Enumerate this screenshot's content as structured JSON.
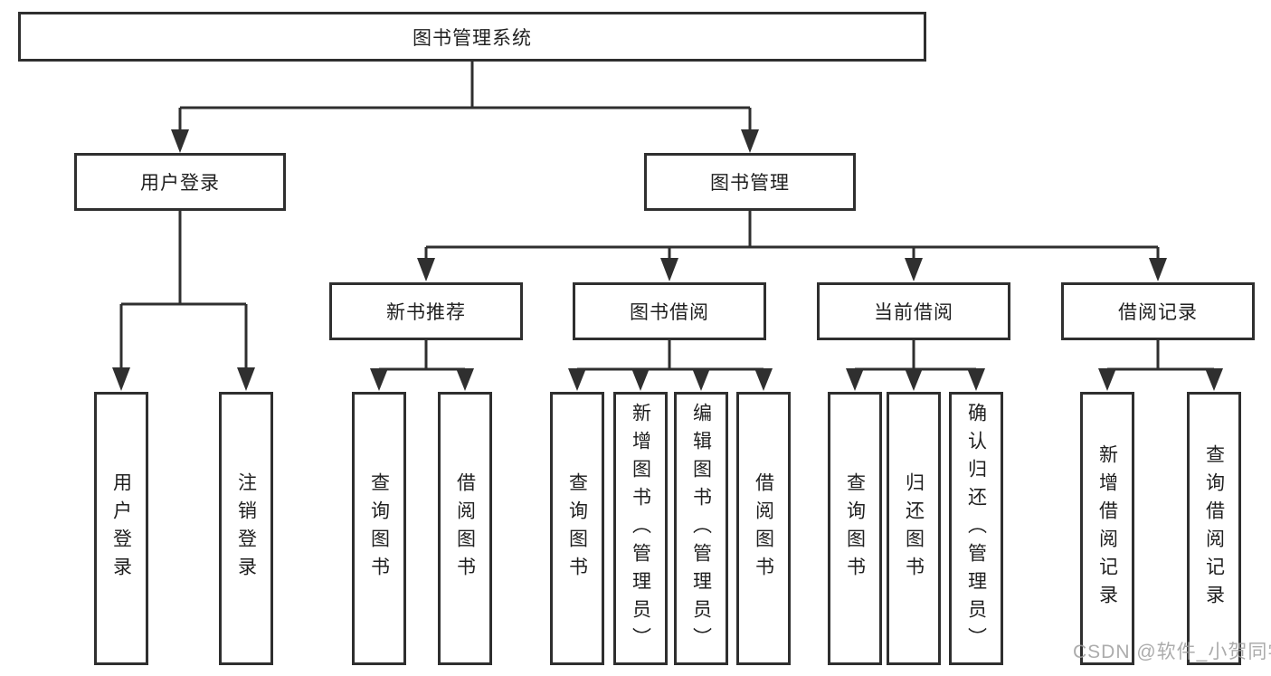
{
  "tree": {
    "label": "图书管理系统",
    "children": [
      {
        "label": "用户登录",
        "children": [
          {
            "label": "用户登录"
          },
          {
            "label": "注销登录"
          }
        ]
      },
      {
        "label": "图书管理",
        "children": [
          {
            "label": "新书推荐",
            "children": [
              {
                "label": "查询图书"
              },
              {
                "label": "借阅图书"
              }
            ]
          },
          {
            "label": "图书借阅",
            "children": [
              {
                "label": "查询图书"
              },
              {
                "label": "新增图书（管理员）"
              },
              {
                "label": "编辑图书（管理员）"
              },
              {
                "label": "借阅图书"
              }
            ]
          },
          {
            "label": "当前借阅",
            "children": [
              {
                "label": "查询图书"
              },
              {
                "label": "归还图书"
              },
              {
                "label": "确认归还（管理员）"
              }
            ]
          },
          {
            "label": "借阅记录",
            "children": [
              {
                "label": "新增借阅记录"
              },
              {
                "label": "查询借阅记录"
              }
            ]
          }
        ]
      }
    ]
  },
  "watermark": {
    "text": "CSDN @软件_小贺同学"
  },
  "colors": {
    "line": "#2f2f2f",
    "box_border": "#2f2f2f",
    "text": "#1f1f1f",
    "watermark": "#9e9e9e",
    "background": "#ffffff"
  }
}
